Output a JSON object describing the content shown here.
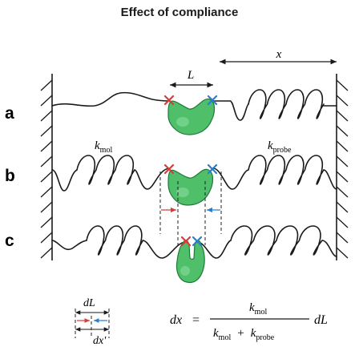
{
  "title": "Effect of compliance",
  "panels": [
    "a",
    "b",
    "c"
  ],
  "labels": {
    "L": "L",
    "x": "x",
    "k_mol_base": "k",
    "k_mol_sub": "mol",
    "k_probe_base": "k",
    "k_probe_sub": "probe",
    "dL": "dL",
    "dx_prime": "dx'"
  },
  "equation": {
    "lhs": "dx",
    "eq": "=",
    "num_k": "k",
    "num_sub": "mol",
    "den_k1": "k",
    "den_sub1": "mol",
    "plus": "+",
    "den_k2": "k",
    "den_sub2": "probe",
    "tail": "dL"
  },
  "colors": {
    "molecule_fill": "#4fbf6a",
    "molecule_stroke": "#1f7a3a",
    "red_marker": "#d93a3a",
    "blue_marker": "#2a7ec9"
  }
}
